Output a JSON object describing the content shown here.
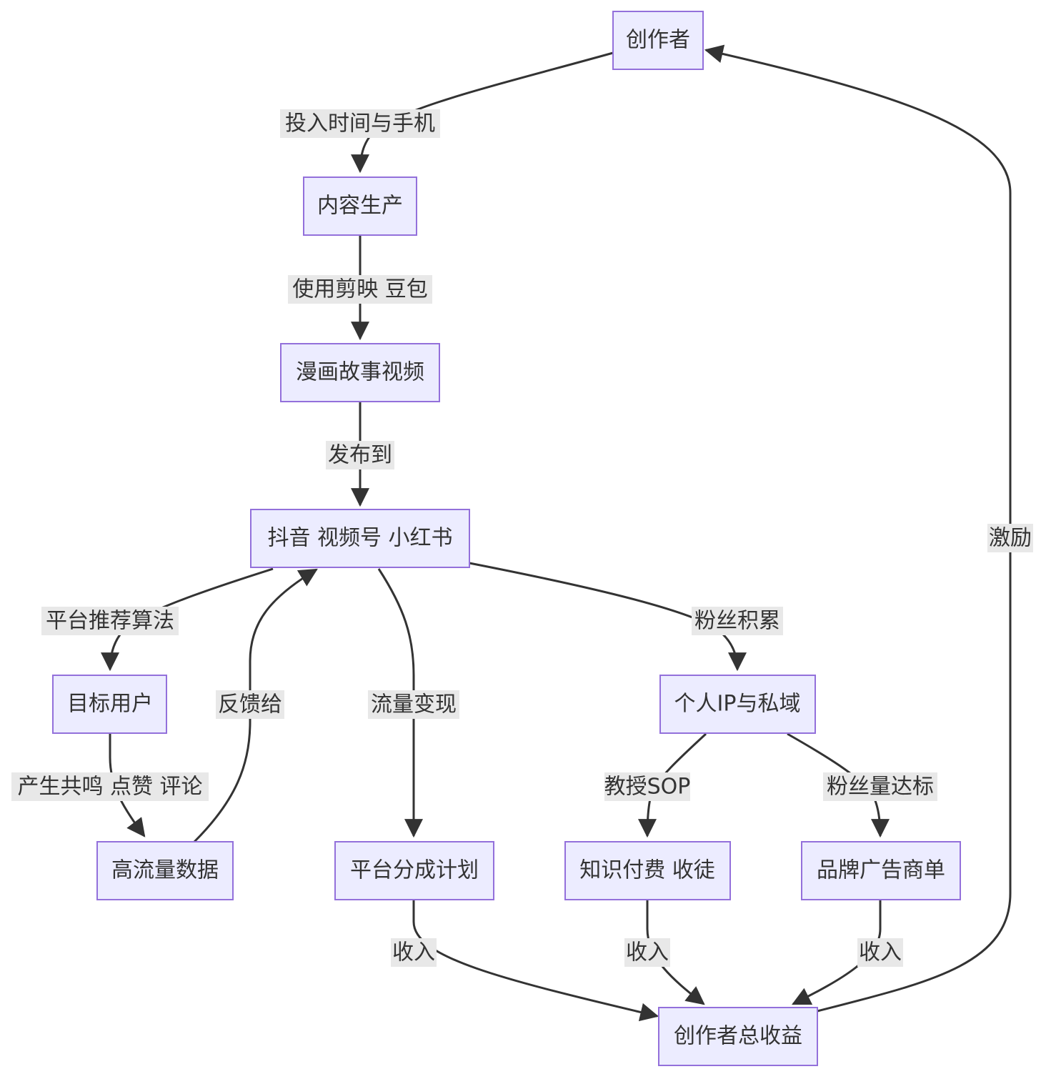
{
  "nodes": {
    "creator": "创作者",
    "content_production": "内容生产",
    "comic_video": "漫画故事视频",
    "platforms": "抖音 视频号 小红书",
    "target_users": "目标用户",
    "high_traffic_data": "高流量数据",
    "platform_share_plan": "平台分成计划",
    "personal_ip": "个人IP与私域",
    "knowledge_payment": "知识付费 收徒",
    "brand_ads": "品牌广告商单",
    "total_income": "创作者总收益"
  },
  "edges": {
    "invest_time_phone": "投入时间与手机",
    "use_jianying_doubao": "使用剪映 豆包",
    "publish_to": "发布到",
    "platform_algorithm": "平台推荐算法",
    "resonance_likes_comments": "产生共鸣 点赞 评论",
    "feedback_to": "反馈给",
    "traffic_monetization": "流量变现",
    "fan_accumulation": "粉丝积累",
    "teach_sop": "教授SOP",
    "fan_count_reached": "粉丝量达标",
    "income_1": "收入",
    "income_2": "收入",
    "income_3": "收入",
    "incentive": "激励"
  },
  "colors": {
    "node_fill": "#ECECFF",
    "node_stroke": "#9370DB",
    "edge": "#333333",
    "label_bg": "#e8e8e8"
  }
}
